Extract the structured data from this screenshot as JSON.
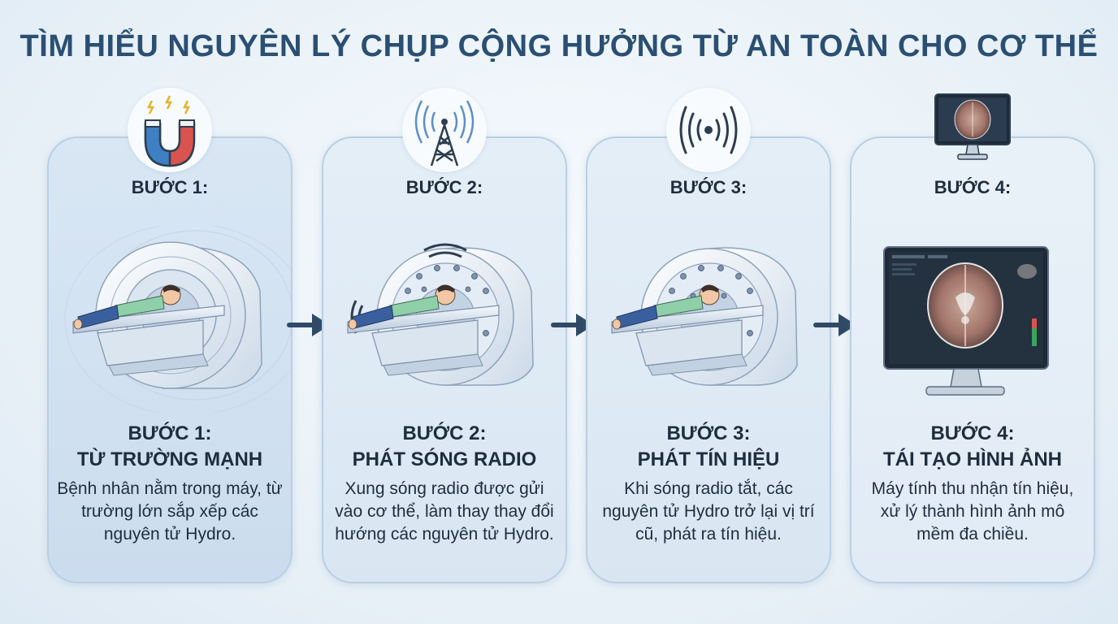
{
  "title": "TÌM HIỂU NGUYÊN LÝ CHỤP CỘNG HƯỞNG TỪ AN TOÀN CHO CƠ THỂ",
  "steps": [
    {
      "label": "BƯỚC 1:",
      "heading_line1": "BƯỚC 1:",
      "heading_line2": "TỪ TRƯỜNG MẠNH",
      "description": "Bệnh nhân nằm trong máy, từ trường lớn sắp xếp các nguyên tử Hydro.",
      "icon": "magnet-icon"
    },
    {
      "label": "BƯỚC 2:",
      "heading_line1": "BƯỚC 2:",
      "heading_line2": "PHÁT SÓNG RADIO",
      "description": "Xung sóng radio được gửi vào cơ thể, làm thay thay đổi hướng các nguyên tử Hydro.",
      "icon": "radio-tower-icon"
    },
    {
      "label": "BƯỚC 3:",
      "heading_line1": "BƯỚC 3:",
      "heading_line2": "PHÁT TÍN HIỆU",
      "description": "Khi sóng radio tắt, các nguyên tử Hydro trở lại vị trí cũ, phát ra tín hiệu.",
      "icon": "signal-waves-icon"
    },
    {
      "label": "BƯỚC 4:",
      "heading_line1": "BƯỚC 4:",
      "heading_line2": "TÁI TẠO HÌNH ẢNH",
      "description": "Máy tính thu nhận tín hiệu, xử lý thành hình ảnh mô mềm đa chiều.",
      "icon": "monitor-icon"
    }
  ],
  "colors": {
    "title": "#2a4f73",
    "arrow": "#2f4a66",
    "card_border": "#b9cfe3",
    "magnet_red": "#d9534f",
    "magnet_blue": "#3f7fc4",
    "patient_shirt": "#8fd0a8",
    "patient_pants": "#3a5f9e"
  }
}
